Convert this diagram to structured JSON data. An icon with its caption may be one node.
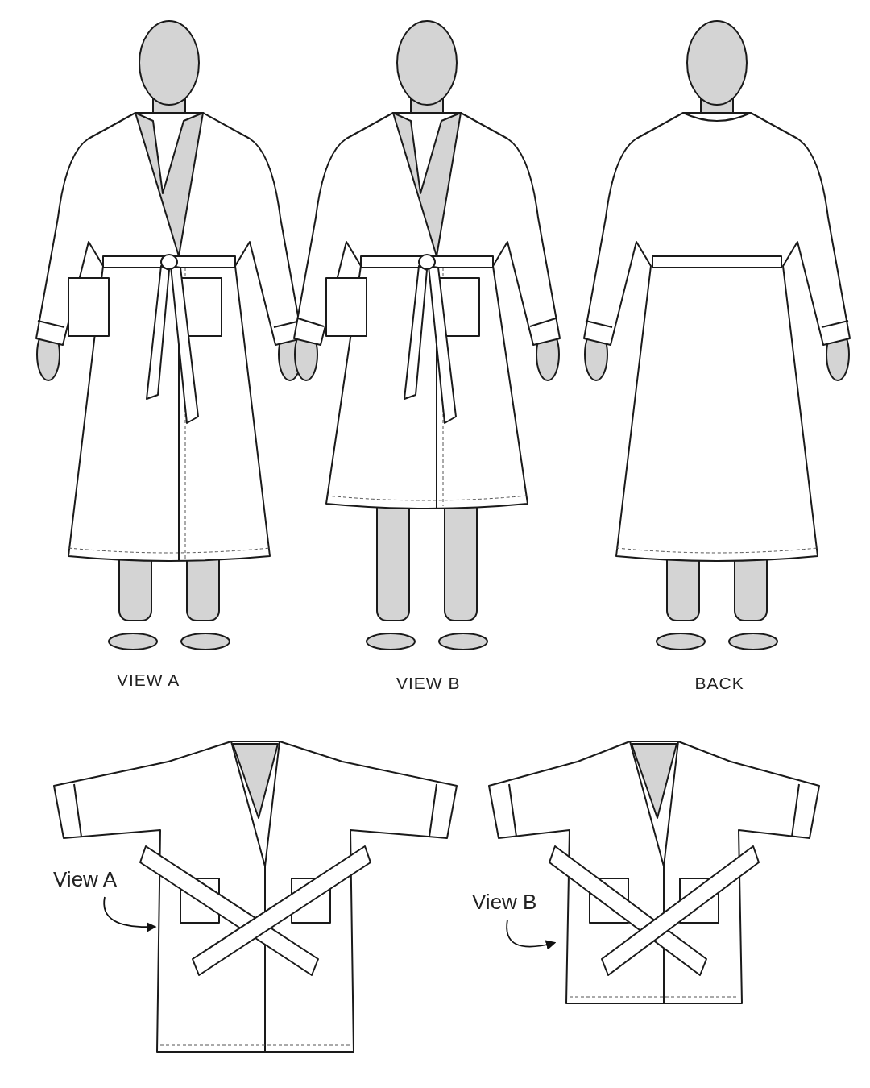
{
  "diagram": {
    "nodes": [
      {
        "text": [
          "View A"
        ]
      },
      {
        "text": [],
        "shape": "picture"
      },
      {
        "text": [
          "View B"
        ]
      },
      {
        "text": [],
        "shape": "picture"
      }
    ],
    "edges": [
      {
        "from": 0,
        "to": 1,
        "arrow": "to"
      },
      {
        "from": 2,
        "to": 3,
        "arrow": "to"
      }
    ],
    "labels": [
      "VIEW A",
      "VIEW B",
      "BACK"
    ]
  }
}
